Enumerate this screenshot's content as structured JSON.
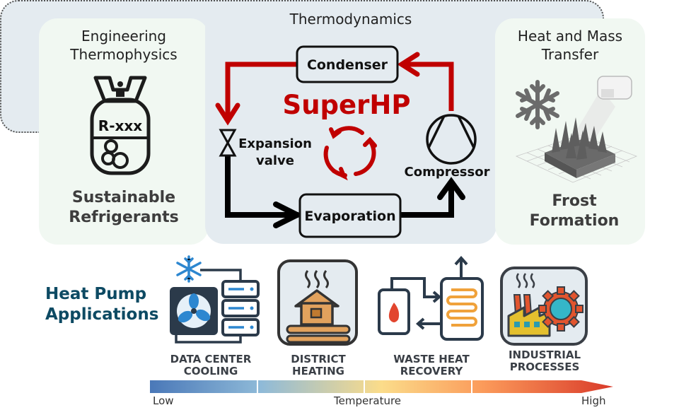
{
  "panels": {
    "left": {
      "title_line1": "Engineering",
      "title_line2": "Thermophysics",
      "cylinder_label": "R-xxx",
      "subtitle_line1": "Sustainable",
      "subtitle_line2": "Refrigerants",
      "icon": "refrigerant-cylinder-icon"
    },
    "middle": {
      "title": "Thermodynamics",
      "center_label": "SuperHP",
      "components": {
        "condenser": "Condenser",
        "expansion_valve_line1": "Expansion",
        "expansion_valve_line2": "valve",
        "evaporation": "Evaporation",
        "compressor": "Compressor"
      },
      "colors": {
        "hot_side": "#c00000",
        "cold_side": "#000000"
      }
    },
    "right": {
      "title_line1": "Heat and Mass",
      "title_line2": "Transfer",
      "subtitle_line1": "Frost",
      "subtitle_line2": "Formation",
      "icon": "frost-formation-icon"
    }
  },
  "applications": {
    "title_line1": "Heat Pump",
    "title_line2": "Applications",
    "items": [
      {
        "line1": "DATA CENTER",
        "line2": "COOLING",
        "icon": "data-center-icon"
      },
      {
        "line1": "DISTRICT",
        "line2": "HEATING",
        "icon": "district-heating-icon"
      },
      {
        "line1": "WASTE HEAT",
        "line2": "RECOVERY",
        "icon": "waste-heat-icon"
      },
      {
        "line1": "INDUSTRIAL",
        "line2": "PROCESSES",
        "icon": "industrial-icon"
      }
    ]
  },
  "temperature_scale": {
    "low": "Low",
    "label": "Temperature",
    "high": "High",
    "colors": [
      "#4a78b8",
      "#8fbad8",
      "#fbdc8a",
      "#fb9a5a",
      "#d93a2a"
    ]
  }
}
